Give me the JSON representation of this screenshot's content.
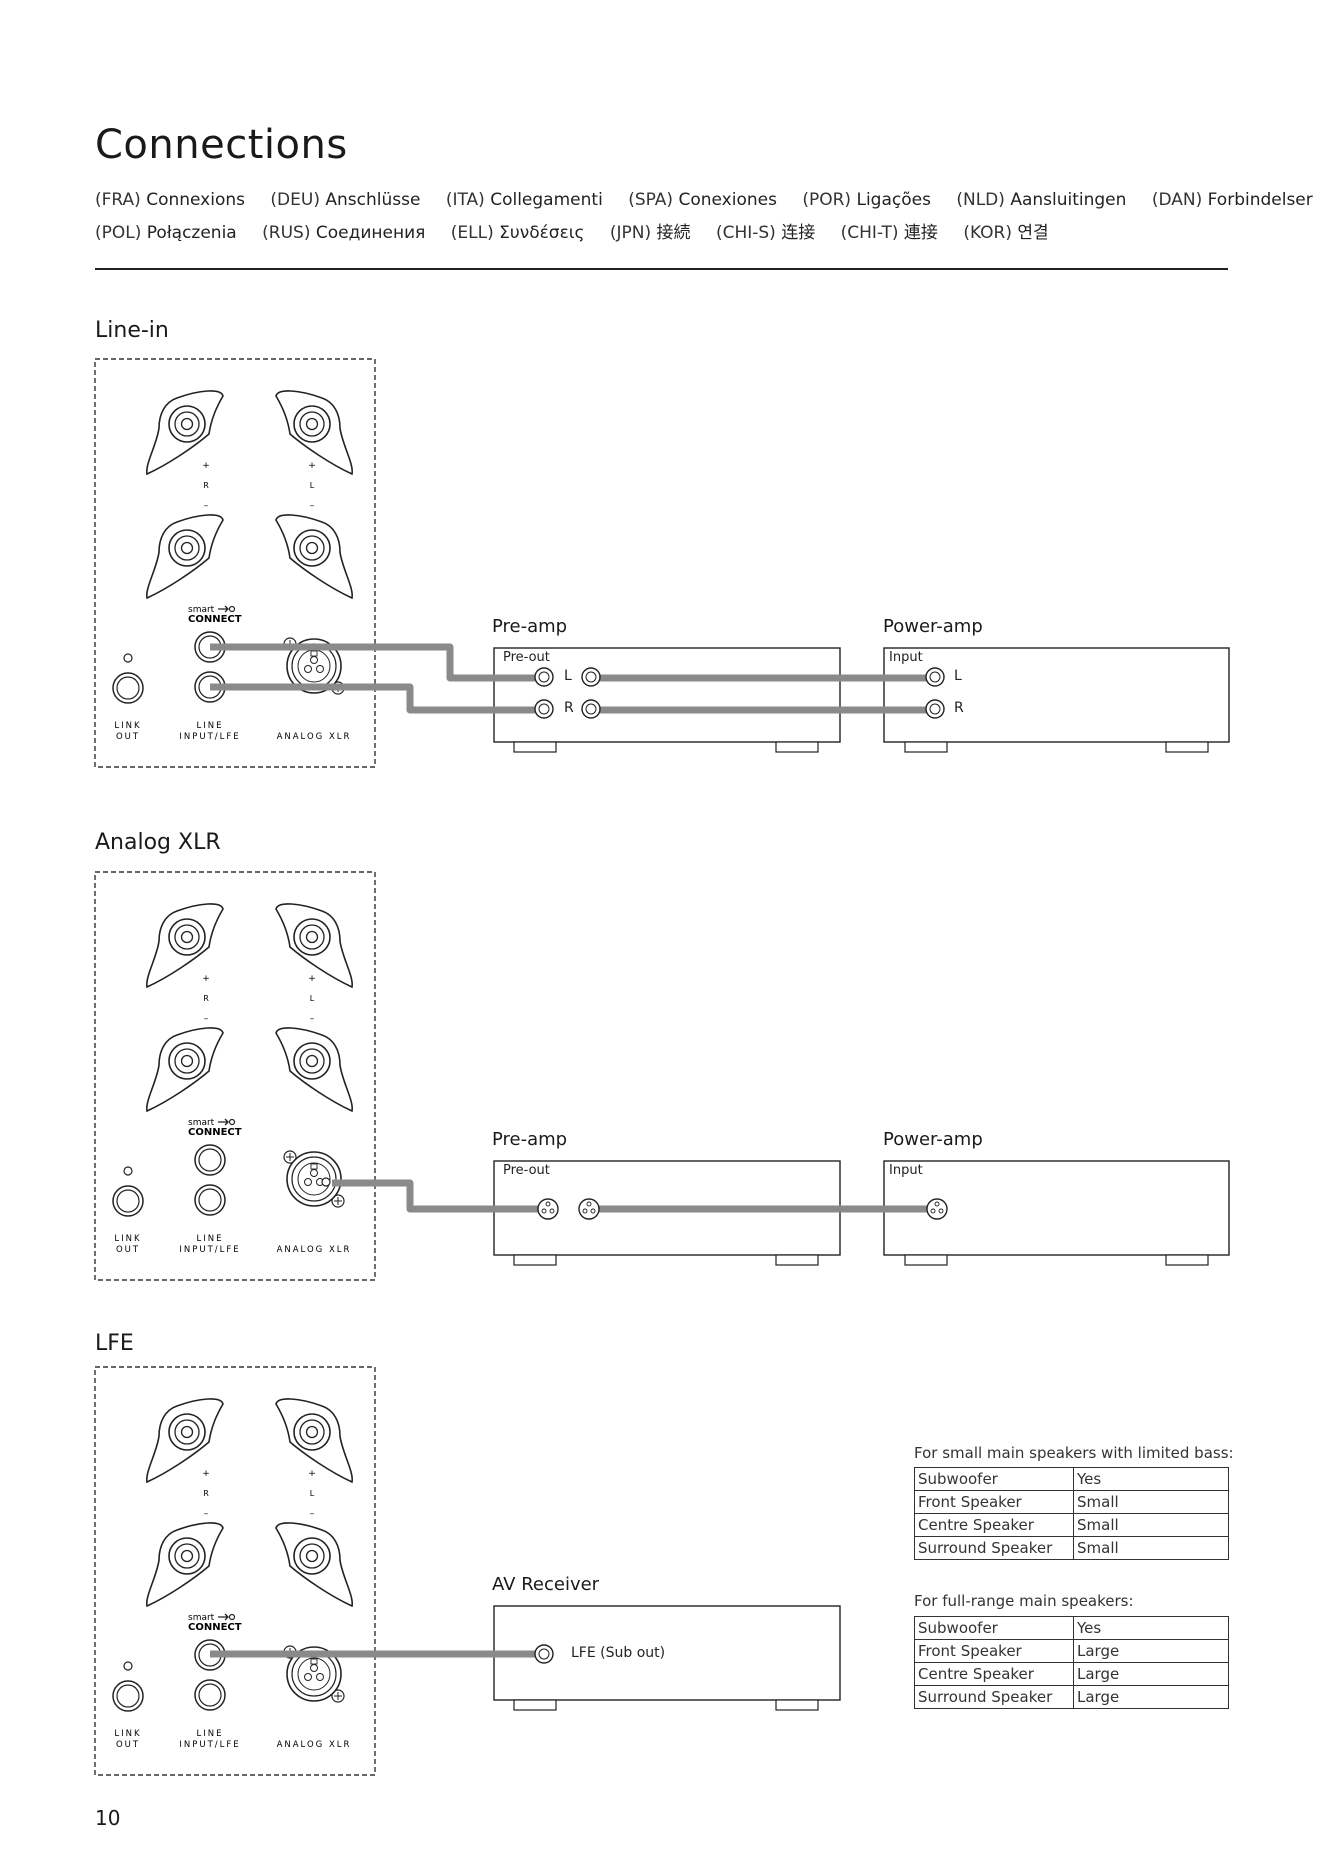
{
  "page": {
    "title": "Connections",
    "page_number": "10"
  },
  "languages": {
    "line1": [
      {
        "code": "(FRA)",
        "name": "Connexions"
      },
      {
        "code": "(DEU)",
        "name": "Anschlüsse"
      },
      {
        "code": "(ITA)",
        "name": "Collegamenti"
      },
      {
        "code": "(SPA)",
        "name": "Conexiones"
      },
      {
        "code": "(POR)",
        "name": "Ligações"
      },
      {
        "code": "(NLD)",
        "name": "Aansluitingen"
      },
      {
        "code": "(DAN)",
        "name": "Forbindelser"
      }
    ],
    "line2": [
      {
        "code": "(POL)",
        "name": "Połączenia"
      },
      {
        "code": "(RUS)",
        "name": "Соединения"
      },
      {
        "code": "(ELL)",
        "name": "Συνδέσεις"
      },
      {
        "code": "(JPN)",
        "name": "接続"
      },
      {
        "code": "(CHI-S)",
        "name": "连接"
      },
      {
        "code": "(CHI-T)",
        "name": "連接"
      },
      {
        "code": "(KOR)",
        "name": "연결"
      }
    ]
  },
  "panel_labels": {
    "plus": "+",
    "minus": "–",
    "right": "R",
    "left": "L",
    "smart": "smart",
    "connect": "CONNECT",
    "link_out_1": "LINK",
    "link_out_2": "OUT",
    "line_input_1": "LINE",
    "line_input_2": "INPUT/LFE",
    "analog_xlr": "ANALOG XLR"
  },
  "sections": {
    "line_in": {
      "title": "Line-in",
      "preamp": "Pre-amp",
      "preout": "Pre-out",
      "poweramp": "Power-amp",
      "input": "Input",
      "l": "L",
      "r": "R",
      "pl": "L",
      "pr": "R"
    },
    "analog_xlr": {
      "title": "Analog XLR",
      "preamp": "Pre-amp",
      "preout": "Pre-out",
      "poweramp": "Power-amp",
      "input": "Input"
    },
    "lfe": {
      "title": "LFE",
      "av_receiver": "AV Receiver",
      "lfe_out": "LFE (Sub out)"
    }
  },
  "speaker_settings": {
    "small_note": "For small main speakers with limited bass:",
    "small_rows": [
      {
        "speaker": "Subwoofer",
        "value": "Yes"
      },
      {
        "speaker": "Front Speaker",
        "value": "Small"
      },
      {
        "speaker": "Centre Speaker",
        "value": "Small"
      },
      {
        "speaker": "Surround Speaker",
        "value": "Small"
      }
    ],
    "full_note": "For full-range main speakers:",
    "full_rows": [
      {
        "speaker": "Subwoofer",
        "value": "Yes"
      },
      {
        "speaker": "Front Speaker",
        "value": "Large"
      },
      {
        "speaker": "Centre Speaker",
        "value": "Large"
      },
      {
        "speaker": "Surround Speaker",
        "value": "Large"
      }
    ]
  },
  "colors": {
    "cable": "#8a8a8a",
    "line": "#333333"
  }
}
